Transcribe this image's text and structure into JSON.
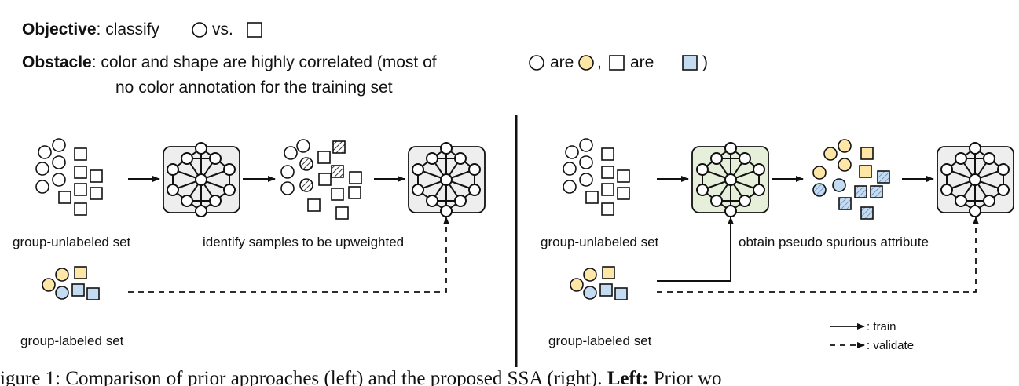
{
  "header": {
    "objective_label": "Objective",
    "objective_text": ": classify",
    "objective_vs": "vs.",
    "obstacle_label": "Obstacle",
    "obstacle_text": ": color and shape are highly correlated (most of",
    "obstacle_are1": "are",
    "obstacle_comma": ",",
    "obstacle_are2": "are",
    "obstacle_close": ")",
    "obstacle_line2": "no color annotation for the training set"
  },
  "left_panel": {
    "unlabeled_label": "group-unlabeled set",
    "identify_label": "identify samples to be upweighted",
    "labeled_label": "group-labeled set"
  },
  "right_panel": {
    "unlabeled_label": "group-unlabeled set",
    "pseudo_label": "obtain pseudo spurious attribute",
    "labeled_label": "group-labeled set"
  },
  "legend": {
    "train": ": train",
    "validate": ": validate"
  },
  "caption": {
    "prefix": "igure 1:   Comparison of prior approaches (left) and the proposed SSA (right). ",
    "bold": "Left:",
    "suffix": " Prior wo"
  },
  "colors": {
    "yellow": "#fde6a6",
    "blue": "#c4dbf2",
    "green_box": "#e5efd9",
    "gray_box": "#eeeeee"
  }
}
